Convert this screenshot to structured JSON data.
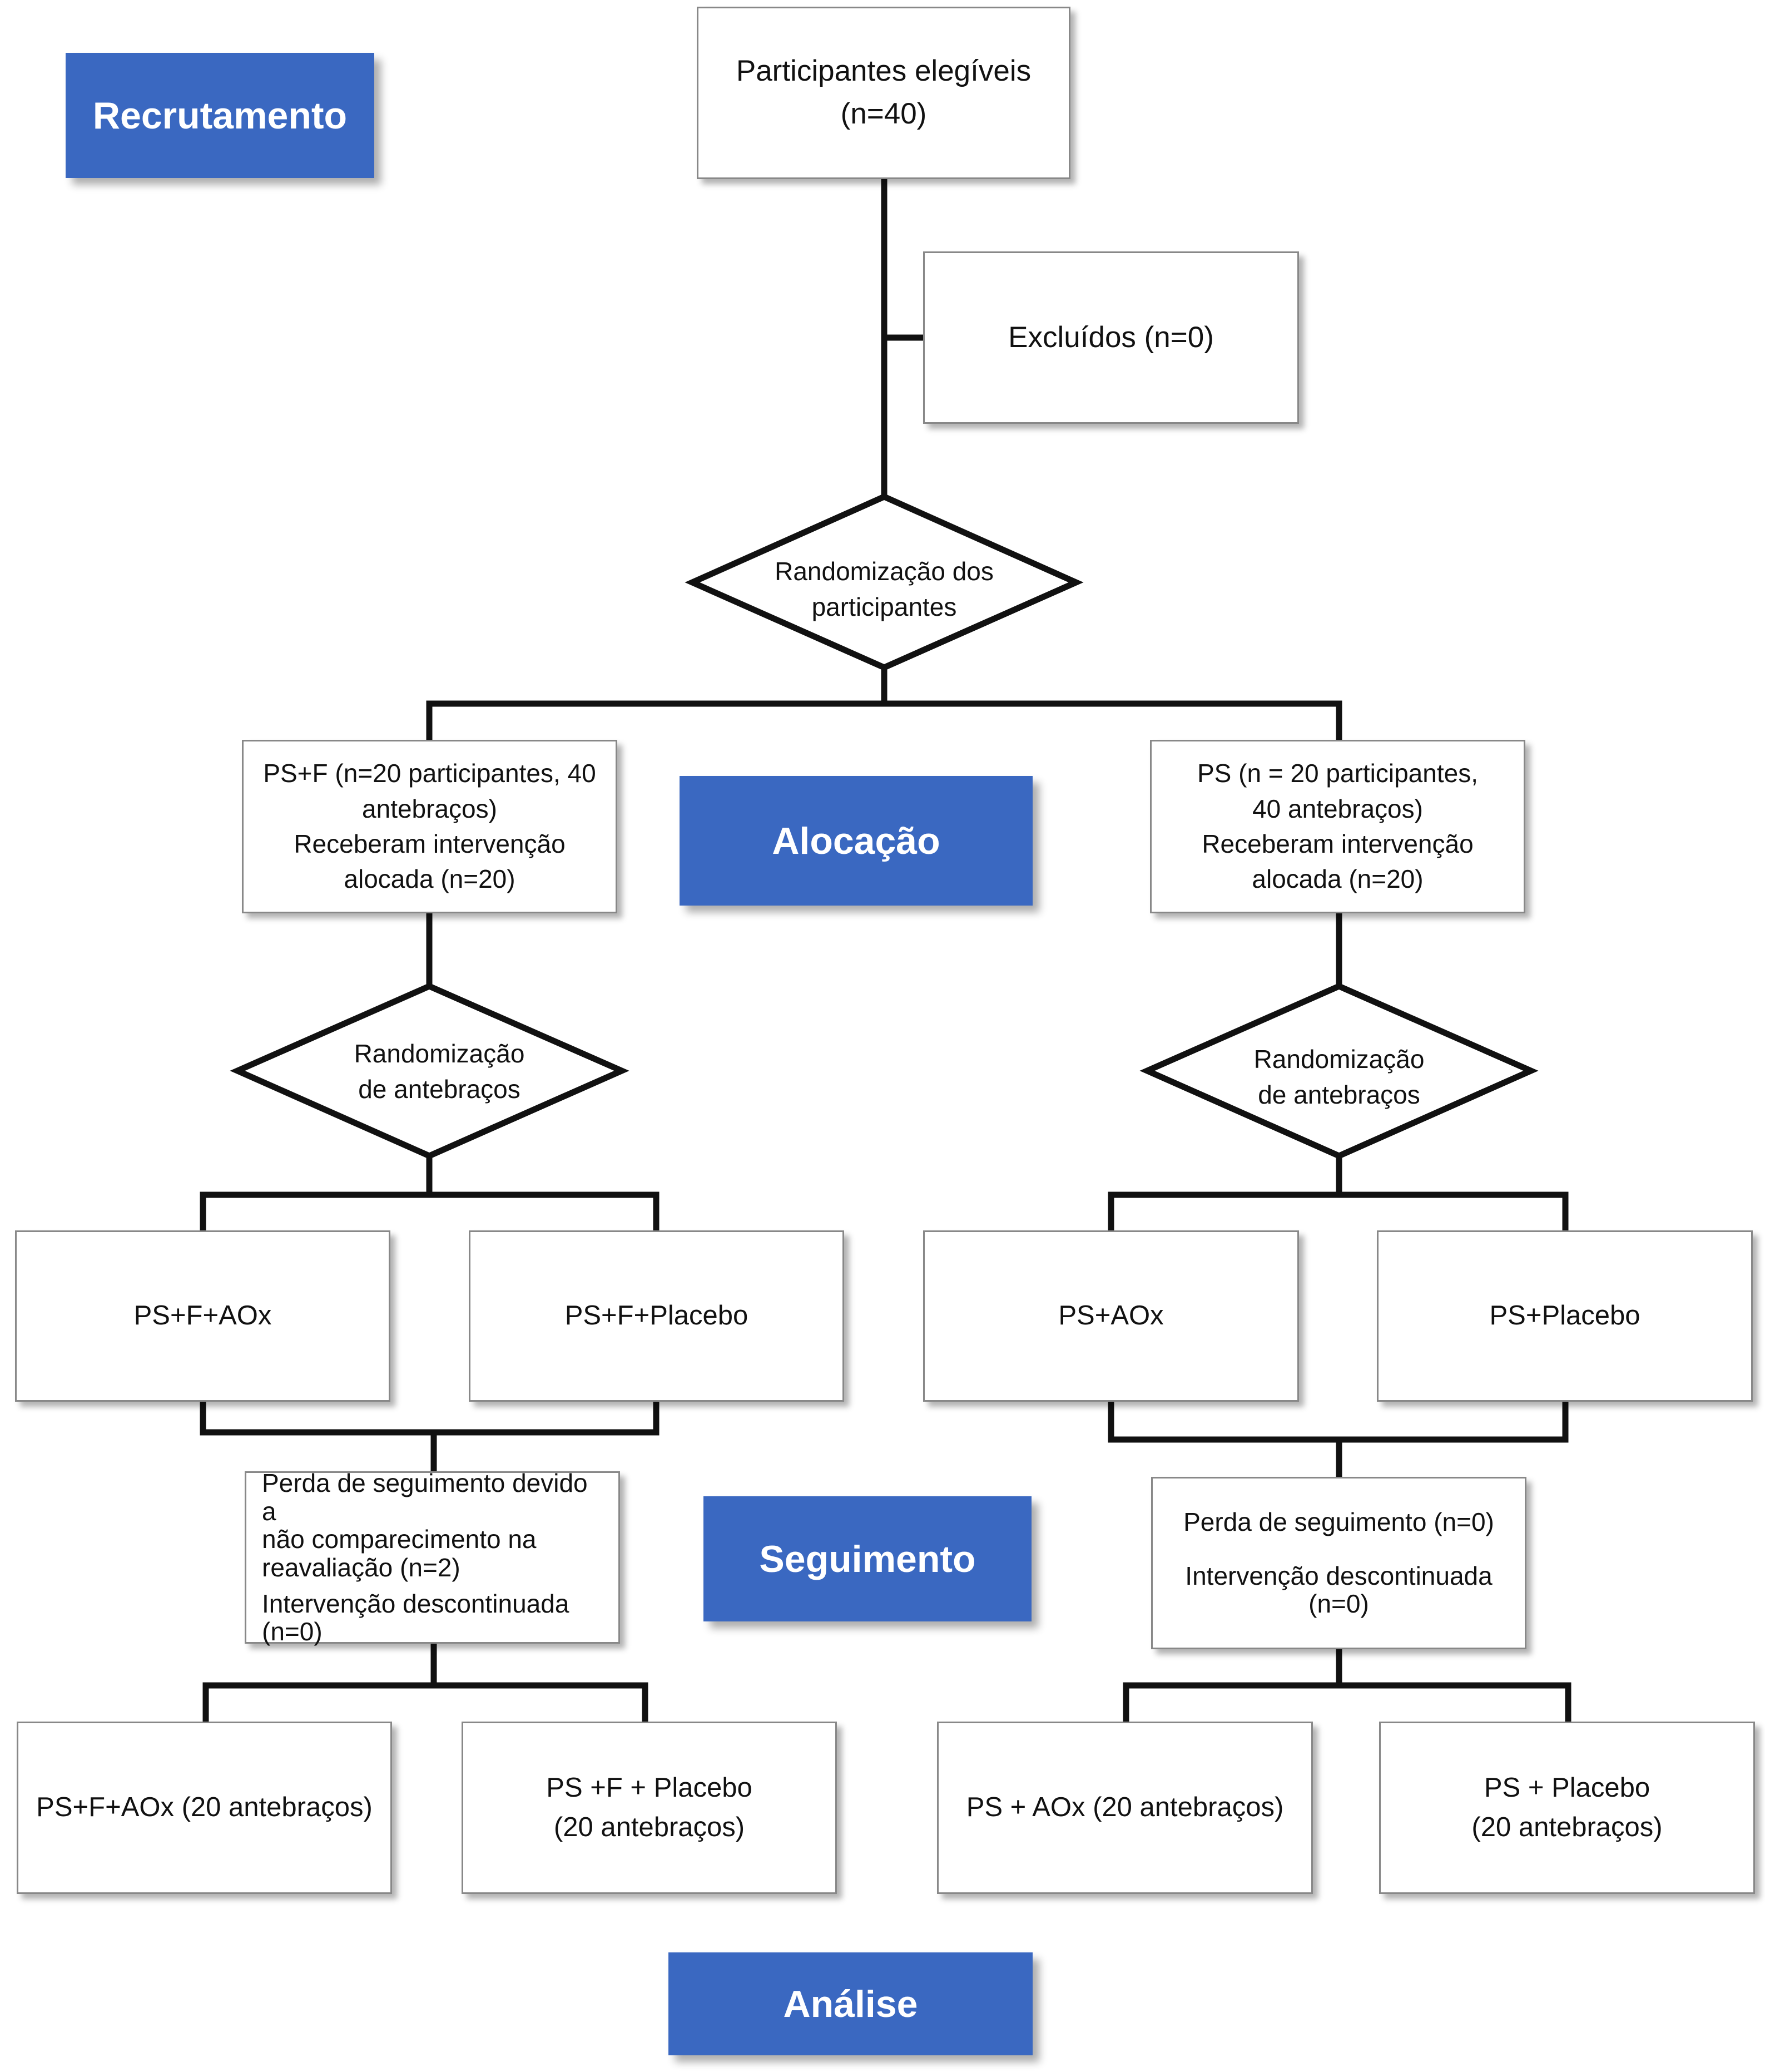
{
  "stages": {
    "recruitment": "Recrutamento",
    "allocation": "Alocação",
    "follow_up": "Seguimento",
    "analysis": "Análise"
  },
  "eligible": {
    "line1": "Participantes elegíveis",
    "line2": "(n=40)"
  },
  "excluded": "Excluídos (n=0)",
  "randomization_participants": {
    "line1": "Randomização dos",
    "line2": "participantes"
  },
  "group_left": {
    "line1": "PS+F (n=20 participantes, 40",
    "line2": "antebraços)",
    "line3": "Receberam intervenção",
    "line4": "alocada (n=20)"
  },
  "group_right": {
    "line1": "PS (n = 20 participantes,",
    "line2": "40 antebraços)",
    "line3": "Receberam intervenção",
    "line4": "alocada (n=20)"
  },
  "randomization_forearms_left": {
    "line1": "Randomização",
    "line2": "de antebraços"
  },
  "randomization_forearms_right": {
    "line1": "Randomização",
    "line2": "de antebraços"
  },
  "arms": {
    "ps_f_aox": "PS+F+AOx",
    "ps_f_placebo": "PS+F+Placebo",
    "ps_aox": "PS+AOx",
    "ps_placebo": "PS+Placebo"
  },
  "followup_left": {
    "line1": "Perda de seguimento devido a",
    "line2": "não comparecimento na",
    "line3": "reavaliação (n=2)",
    "line4": "Intervenção descontinuada",
    "line5": "(n=0)"
  },
  "followup_right": {
    "line1": "Perda de seguimento (n=0)",
    "line2": "Intervenção descontinuada",
    "line3": "(n=0)"
  },
  "analysis_boxes": {
    "ps_f_aox": "PS+F+AOx (20 antebraços)",
    "ps_f_placebo_line1": "PS +F + Placebo",
    "ps_f_placebo_line2": "(20 antebraços)",
    "ps_aox": "PS + AOx (20 antebraços)",
    "ps_placebo_line1": "PS + Placebo",
    "ps_placebo_line2": "(20 antebraços)"
  }
}
